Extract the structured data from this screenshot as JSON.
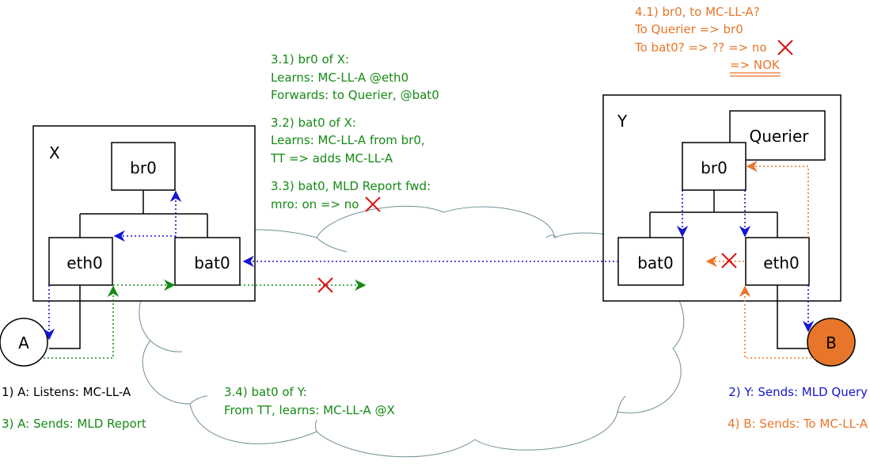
{
  "colors": {
    "green": "#158a15",
    "blue": "#1515d5",
    "orange": "#e8762a",
    "red": "#dd1111",
    "cloud_stroke": "#6f8f96",
    "node_b_fill": "#e8762a"
  },
  "host_x": {
    "name": "X",
    "br0": "br0",
    "eth0": "eth0",
    "bat0": "bat0"
  },
  "host_y": {
    "name": "Y",
    "querier": "Querier",
    "br0": "br0",
    "bat0": "bat0",
    "eth0": "eth0"
  },
  "node_a": {
    "label": "A"
  },
  "node_b": {
    "label": "B"
  },
  "notes_bottom_left": {
    "line1": "1) A: Listens:  MC-LL-A",
    "line3": "3) A: Sends: MLD Report"
  },
  "notes_bottom_right": {
    "line2": "2) Y: Sends: MLD Query",
    "line4": "4) B: Sends: To MC-LL-A"
  },
  "note_3_1": {
    "title": "3.1) br0 of X:",
    "learns": "Learns: MC-LL-A @eth0",
    "forwards": "Forwards: to Querier, @bat0"
  },
  "note_3_2": {
    "title": "3.2) bat0 of X:",
    "learns": "Learns: MC-LL-A from br0,",
    "tt": "TT => adds MC-LL-A"
  },
  "note_3_3": {
    "title": "3.3) bat0, MLD Report fwd:",
    "mro": "mro: on => no"
  },
  "note_3_4": {
    "title": "3.4) bat0 of Y:",
    "from_tt": "From TT, learns: MC-LL-A @X"
  },
  "note_4_1": {
    "title": "4.1) br0, to MC-LL-A?",
    "to_querier": "To Querier => br0",
    "to_bat0": "To bat0? => ?? => no",
    "nok": "=> NOK"
  }
}
